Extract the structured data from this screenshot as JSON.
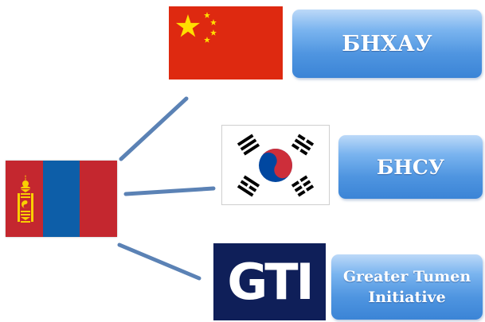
{
  "flags": {
    "mongolia": {
      "icon": "mongolia-flag-icon",
      "colors": {
        "red": "#c4272f",
        "blue": "#0d5ea8",
        "emblem": "#f9cf02"
      }
    },
    "china": {
      "icon": "china-flag-icon",
      "colors": {
        "field": "#de2910",
        "stars": "#ffde00"
      }
    },
    "korea": {
      "icon": "south-korea-flag-icon",
      "colors": {
        "red": "#cd2e3a",
        "blue": "#0047a0",
        "trigram": "#000000"
      }
    }
  },
  "gti_logo": {
    "text": "GTI",
    "background": "#0f1f59"
  },
  "labels": {
    "china": "БНХАУ",
    "korea": "БНСУ",
    "gti_line1": "Greater Tumen",
    "gti_line2": "Initiative"
  },
  "connector_color": "#5b82b5"
}
